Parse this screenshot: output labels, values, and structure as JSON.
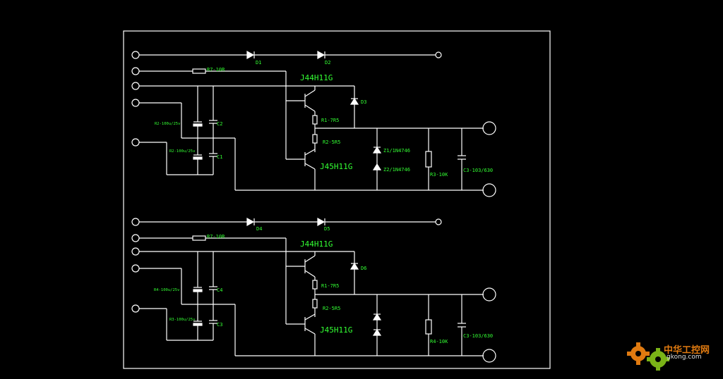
{
  "circuits": [
    {
      "id": "upper",
      "diodes": [
        "D1",
        "D2",
        "D3"
      ],
      "resistor_in": "R7-10R",
      "transistor_top": "J44H11G",
      "transistor_bottom": "J45H11G",
      "r1": "R1-7R5",
      "r2": "R2-5R5",
      "cap_top": "R2-100u/25v",
      "cap_top_ref": "C2",
      "cap_bottom": "R2-100u/25v",
      "cap_bottom_ref": "C1",
      "zener1": "Z1/1N4746",
      "zener2": "Z2/1N4746",
      "r_out": "R3-10K",
      "c_out": "C3-103/630"
    },
    {
      "id": "lower",
      "diodes": [
        "D4",
        "D5",
        "D6"
      ],
      "resistor_in": "R7-10R",
      "transistor_top": "J44H11G",
      "transistor_bottom": "J45H11G",
      "r1": "R1-7R5",
      "r2": "R2-5R5",
      "cap_top": "R4-100u/25v",
      "cap_top_ref": "C4",
      "cap_bottom": "R3-100u/25v",
      "cap_bottom_ref": "C3",
      "zener1": "",
      "zener2": "",
      "r_out": "R4-10K",
      "c_out": "C3-103/630"
    }
  ],
  "watermark": {
    "name": "中华工控网",
    "url": "gkong.com",
    "color": "#e07a10"
  }
}
